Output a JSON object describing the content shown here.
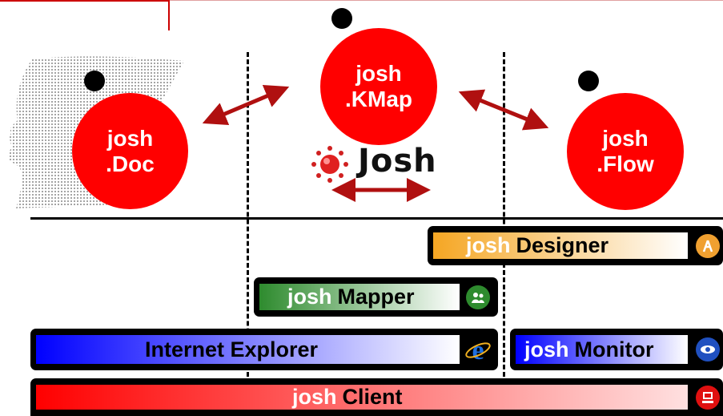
{
  "nodes": {
    "doc": {
      "line1": "josh",
      "line2": ".Doc"
    },
    "kmap": {
      "line1": "josh",
      "line2": ".KMap"
    },
    "flow": {
      "line1": "josh",
      "line2": ".Flow"
    }
  },
  "logo": {
    "text": "Josh"
  },
  "bars": {
    "designer": {
      "brand": "josh",
      "label": "Designer"
    },
    "mapper": {
      "brand": "josh",
      "label": "Mapper"
    },
    "explorer": {
      "label": "Internet Explorer"
    },
    "monitor": {
      "brand": "josh",
      "label": "Monitor"
    },
    "client": {
      "brand": "josh",
      "label": "Client"
    }
  },
  "colors": {
    "node": "#ff0000",
    "arrow": "#b01010",
    "designer": "#f5a623",
    "mapper": "#2e8b2e",
    "explorer": "#0000ff",
    "monitor": "#0000ff",
    "client": "#ff0000"
  },
  "icons": {
    "designer": "compass-icon",
    "mapper": "people-icon",
    "explorer": "ie-icon",
    "monitor": "eye-icon",
    "client": "computer-icon"
  }
}
